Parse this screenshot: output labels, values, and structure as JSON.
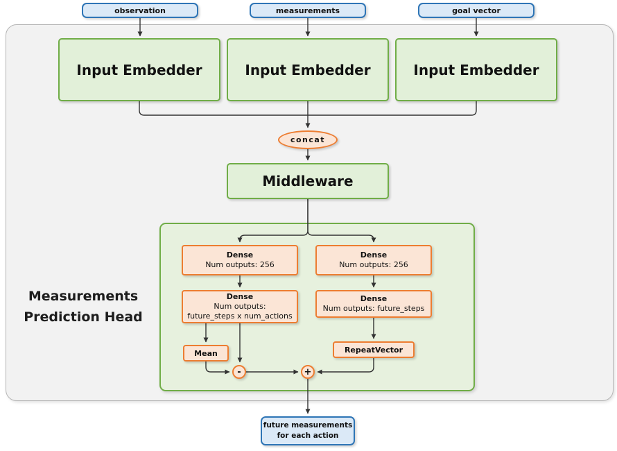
{
  "inputs": [
    {
      "label": "observation"
    },
    {
      "label": "measurements"
    },
    {
      "label": "goal vector"
    }
  ],
  "embedders": [
    {
      "label": "Input Embedder"
    },
    {
      "label": "Input Embedder"
    },
    {
      "label": "Input Embedder"
    }
  ],
  "concat": {
    "label": "concat"
  },
  "middleware": {
    "label": "Middleware"
  },
  "head": {
    "title_line1": "Measurements",
    "title_line2": "Prediction Head",
    "left_dense1": {
      "title": "Dense",
      "subtitle": "Num outputs: 256"
    },
    "right_dense1": {
      "title": "Dense",
      "subtitle": "Num outputs: 256"
    },
    "left_dense2": {
      "title": "Dense",
      "subtitle": "Num outputs:",
      "subtitle2": "future_steps x num_actions"
    },
    "right_dense2": {
      "title": "Dense",
      "subtitle": "Num outputs: future_steps"
    },
    "mean": {
      "label": "Mean"
    },
    "repeat_vector": {
      "label": "RepeatVector"
    },
    "minus": {
      "label": "-"
    },
    "plus": {
      "label": "+"
    }
  },
  "output": {
    "line1": "future measurements",
    "line2": "for each action"
  },
  "colors": {
    "blue_fill": "#dbe9f7",
    "blue_border": "#2e75b6",
    "green_fill": "#e2f0d9",
    "green_panel_fill": "#e7f1de",
    "green_border": "#70ad47",
    "orange_fill": "#fbe5d6",
    "orange_border": "#ed7d31",
    "panel_fill": "#f2f2f2",
    "panel_border": "#b5b5b5",
    "line_color": "#333333"
  }
}
